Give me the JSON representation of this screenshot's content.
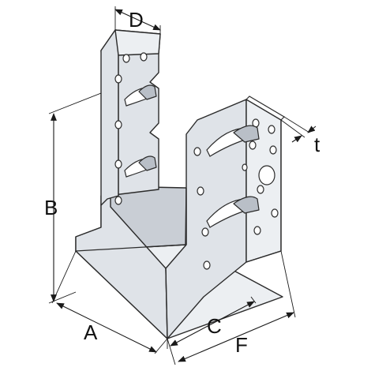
{
  "diagram": {
    "labels": {
      "a": "A",
      "b": "B",
      "c": "C",
      "d": "D",
      "f": "F",
      "t": "t"
    }
  }
}
